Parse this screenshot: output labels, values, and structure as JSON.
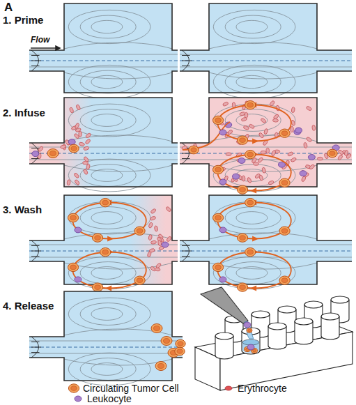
{
  "diagram": {
    "labels": [
      "A",
      "1. Prime",
      "Flow",
      "2. Infuse",
      "3. Wash",
      "4. Release"
    ],
    "legend": [
      {
        "text": "Circulating Tumor Cell"
      },
      {
        "text": "Erythrocyte"
      },
      {
        "text": "Leukocyte"
      }
    ]
  }
}
